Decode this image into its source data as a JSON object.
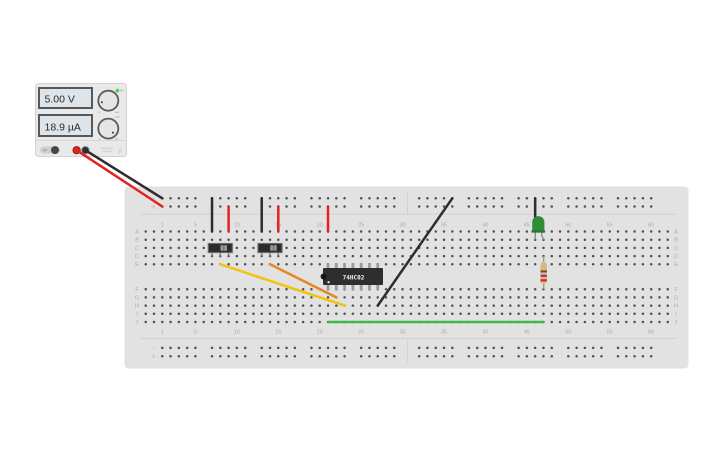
{
  "power_supply": {
    "voltage_display": "5.00 V",
    "current_display": "18.9 µA",
    "status_led_color": "#45d845",
    "display_bg": "#dde5ea",
    "terminals": {
      "positive_color": "#dd2420",
      "negative_color": "#303030"
    }
  },
  "breadboard": {
    "body_color": "#e2e2e2",
    "hole_color": "#505050",
    "column_labels": [
      "1",
      "5",
      "10",
      "15",
      "20",
      "25",
      "30",
      "35",
      "40",
      "45",
      "50",
      "55",
      "60"
    ],
    "rows_top": [
      "A",
      "B",
      "C",
      "D",
      "E"
    ],
    "rows_bottom": [
      "F",
      "G",
      "H",
      "I",
      "J"
    ],
    "rails": [
      {
        "name": "top",
        "rows": [
          "T-",
          "T+"
        ]
      },
      {
        "name": "bottom",
        "rows": [
          "B-",
          "B+"
        ]
      }
    ],
    "rail_groups": [
      [
        1,
        5
      ],
      [
        7,
        11
      ],
      [
        13,
        17
      ],
      [
        19,
        23
      ],
      [
        25,
        29
      ],
      [
        32,
        36
      ],
      [
        38,
        42
      ],
      [
        44,
        48
      ],
      [
        50,
        54
      ],
      [
        56,
        60
      ]
    ],
    "rail_signs": {
      "negative": "−",
      "positive": "+",
      "negative_color": "#a9cdef",
      "positive_color": "#f3a3a3"
    }
  },
  "components": {
    "ic": {
      "label": "74HC02",
      "body_color": "#2e2e2e",
      "pin_cols": [
        21,
        22,
        23,
        24,
        25,
        26,
        27
      ]
    },
    "switches": [
      {
        "name": "slide-switch-1",
        "pin_cols": [
          7,
          8,
          9
        ]
      },
      {
        "name": "slide-switch-2",
        "pin_cols": [
          13,
          14,
          15
        ]
      }
    ],
    "led": {
      "color": "#2e8d37",
      "rim_color": "#237a2c",
      "pin_cols": [
        46,
        47
      ]
    },
    "resistor": {
      "col": 47,
      "body_color": "#d9b97c",
      "bands": [
        "#7a4a1e",
        "#8c2f8c",
        "#e02424"
      ]
    }
  },
  "wires": [
    {
      "color": "#e02222",
      "from": {
        "terminal": "positive"
      },
      "to": {
        "row": "T+",
        "col": 1
      }
    },
    {
      "color": "#2d2d2d",
      "from": {
        "terminal": "negative"
      },
      "to": {
        "row": "T-",
        "col": 1
      }
    },
    {
      "color": "#2d2d2d",
      "from": {
        "row": "T-",
        "col": 7
      },
      "to": {
        "row": "A",
        "col": 7
      }
    },
    {
      "color": "#e52323",
      "from": {
        "row": "T+",
        "col": 9
      },
      "to": {
        "row": "A",
        "col": 9
      }
    },
    {
      "color": "#2d2d2d",
      "from": {
        "row": "T-",
        "col": 13
      },
      "to": {
        "row": "A",
        "col": 13
      }
    },
    {
      "color": "#e52323",
      "from": {
        "row": "T+",
        "col": 15
      },
      "to": {
        "row": "A",
        "col": 15
      }
    },
    {
      "color": "#e52323",
      "from": {
        "row": "T+",
        "col": 21
      },
      "to": {
        "row": "A",
        "col": 21
      }
    },
    {
      "color": "#2d2d2d",
      "from": {
        "row": "T-",
        "col": 36
      },
      "to": {
        "row": "H",
        "col": 27
      }
    },
    {
      "color": "#2d2d2d",
      "from": {
        "row": "T-",
        "col": 46
      },
      "to": {
        "row": "A",
        "col": 46
      }
    },
    {
      "color": "#f1c40f",
      "from": {
        "row": "E",
        "col": 8
      },
      "to": {
        "row": "H",
        "col": 23
      }
    },
    {
      "color": "#ea861e",
      "from": {
        "row": "E",
        "col": 14
      },
      "to": {
        "row": "G",
        "col": 22
      }
    },
    {
      "color": "#41b649",
      "from": {
        "row": "J",
        "col": 21
      },
      "to": {
        "row": "J",
        "col": 47
      }
    }
  ]
}
